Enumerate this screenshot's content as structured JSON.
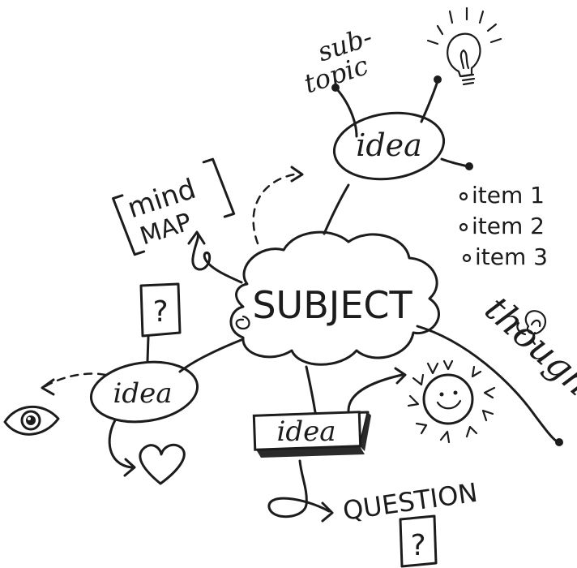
{
  "central": {
    "label": "SUBJECT"
  },
  "nodes": {
    "idea_top": "idea",
    "idea_left": "idea",
    "idea_bottom": "idea"
  },
  "labels": {
    "sub_line1": "sub-",
    "sub_line2": "topic",
    "mind_line1": "mind",
    "mind_line2": "MAP",
    "question_mark_left": "?",
    "question_mark_bottom": "?",
    "question_word": "QUESTION",
    "thought": "thought"
  },
  "items": [
    "item 1",
    "item 2",
    "item 3"
  ],
  "icons": [
    "lightbulb-icon",
    "eye-icon",
    "heart-icon",
    "sun-icon",
    "rose-icon"
  ],
  "colors": {
    "ink": "#1c1c1c",
    "paper": "#ffffff"
  }
}
